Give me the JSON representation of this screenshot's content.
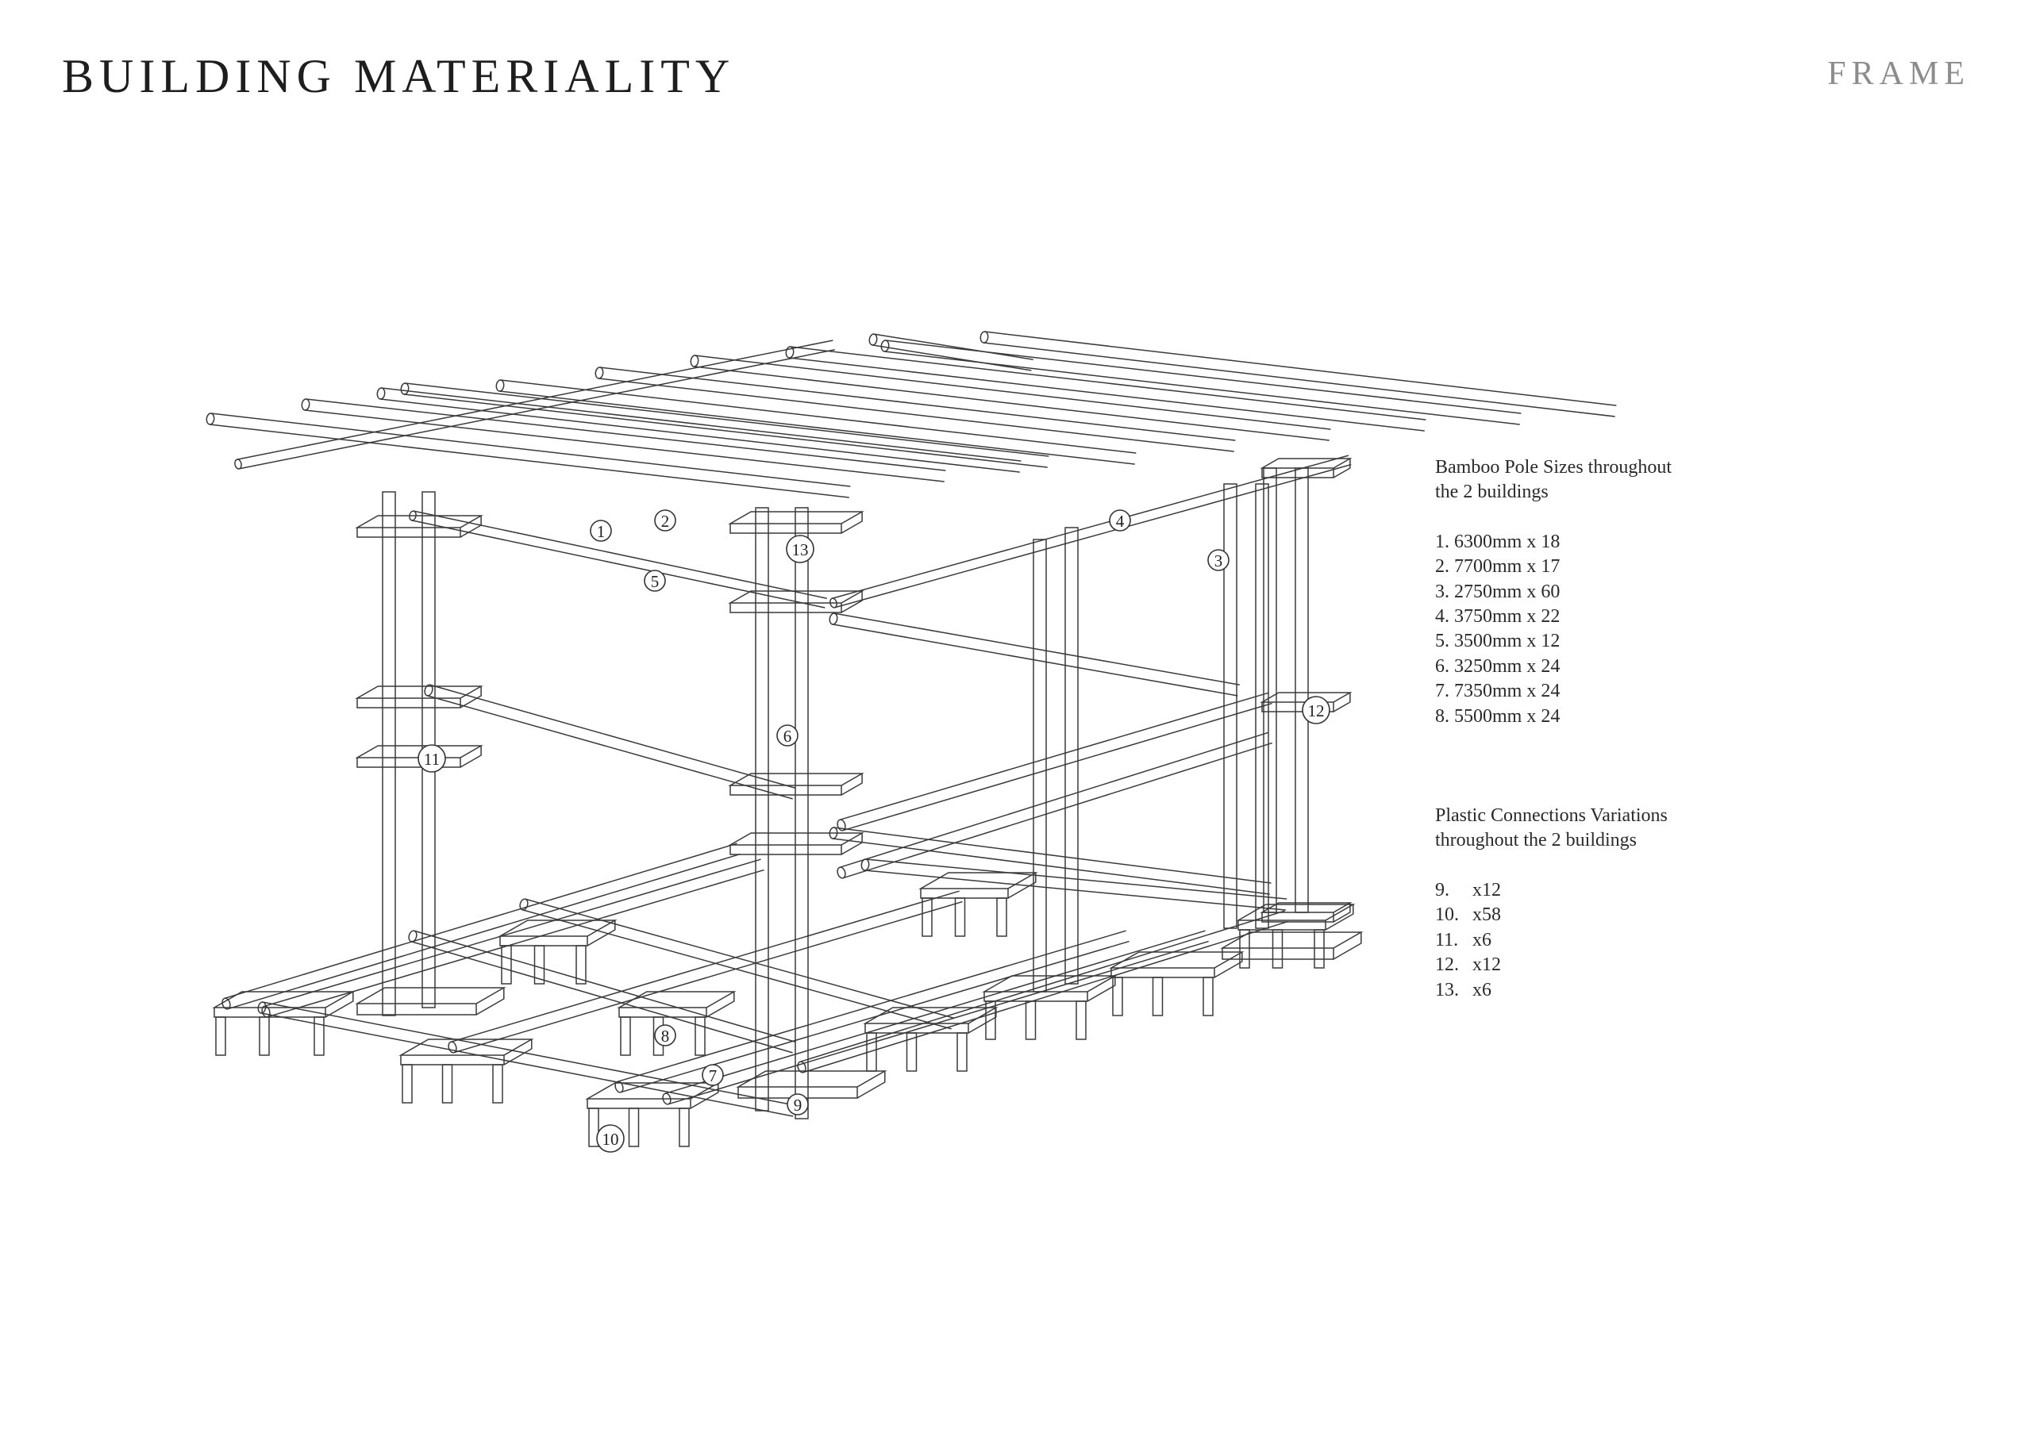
{
  "header": {
    "title": "BUILDING MATERIALITY",
    "section": "FRAME"
  },
  "legend": {
    "bamboo": {
      "heading_line1": "Bamboo Pole Sizes throughout",
      "heading_line2": "the 2 buildings",
      "items": [
        "1. 6300mm x 18",
        "2. 7700mm x 17",
        "3. 2750mm x 60",
        "4. 3750mm x 22",
        "5. 3500mm x 12",
        "6. 3250mm x 24",
        "7. 7350mm x 24",
        "8. 5500mm x 24"
      ]
    },
    "plastic": {
      "heading_line1": "Plastic Connections Variations",
      "heading_line2": "throughout the 2 buildings",
      "items": [
        {
          "num": "9.",
          "qty": "x12"
        },
        {
          "num": "10.",
          "qty": "x58"
        },
        {
          "num": "11.",
          "qty": "x6"
        },
        {
          "num": "12.",
          "qty": "x12"
        },
        {
          "num": "13.",
          "qty": "x6"
        }
      ]
    }
  },
  "callouts": [
    "1",
    "2",
    "3",
    "4",
    "5",
    "6",
    "7",
    "8",
    "9",
    "10",
    "11",
    "12",
    "13"
  ]
}
